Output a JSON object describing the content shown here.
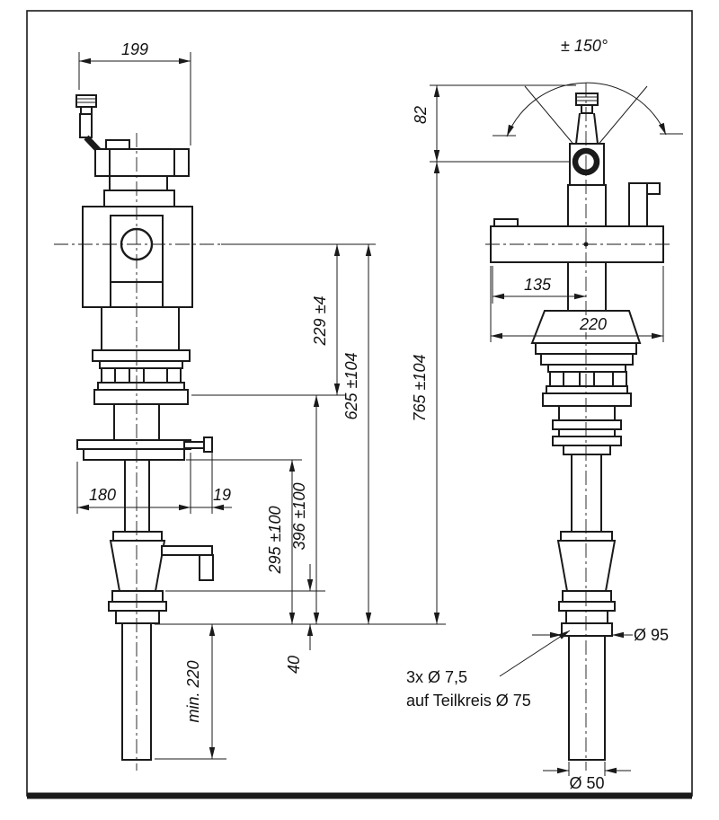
{
  "colors": {
    "ink": "#1a1a1a",
    "paper": "#ffffff"
  },
  "dimensions": {
    "top_width": "199",
    "swivel_angle": "± 150°",
    "pivot_offset": "82",
    "body_height": "229 ±4",
    "upper_height": "625 ±104",
    "total_height": "765 ±104",
    "arm_center": "135",
    "arm_width": "220",
    "flange_width": "180",
    "handle_offset": "19",
    "lower_height": "295 ±100",
    "tube_section_height": "396 ±100",
    "foot_offset": "40",
    "min_immersion": "min. 220",
    "flange_diameter": "Ø 95",
    "outlet_diameter": "Ø 50"
  },
  "notes": {
    "bolt_holes_line1": "3x Ø 7,5",
    "bolt_holes_line2": "auf Teilkreis Ø 75"
  }
}
